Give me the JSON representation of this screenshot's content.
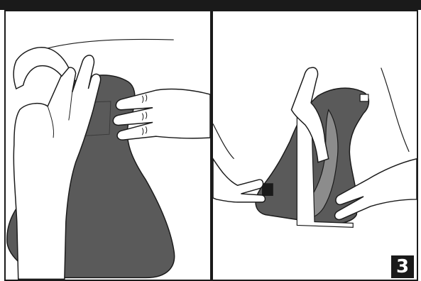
{
  "step": {
    "number": "3"
  },
  "panels": [
    {
      "id": "left",
      "icons": [
        "stuff-sack-icon",
        "hand-icon"
      ]
    },
    {
      "id": "right",
      "icons": [
        "stuff-sack-icon",
        "hand-icon",
        "valve-icon",
        "buckle-icon"
      ]
    }
  ],
  "colors": {
    "frame": "#1a1a1a",
    "bag_fill": "#5a5a5a",
    "liner_fill": "#8c8c8c",
    "background": "#ffffff"
  }
}
